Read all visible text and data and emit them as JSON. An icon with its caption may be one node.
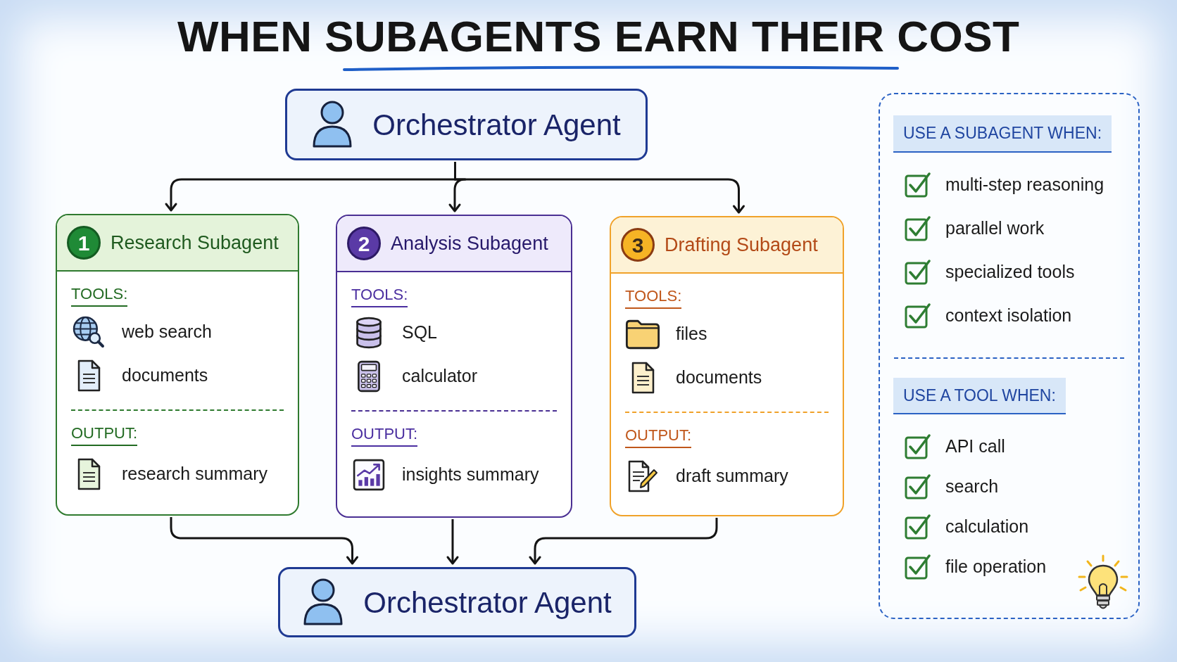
{
  "diagram": {
    "title": "WHEN SUBAGENTS EARN THEIR COST",
    "nodes": [
      {
        "text": [
          "Orchestrator Agent"
        ]
      },
      {
        "text": [
          "Research Subagent",
          "TOOLS:",
          "web search",
          "documents",
          "OUTPUT:",
          "research summary"
        ]
      },
      {
        "text": [
          "1"
        ],
        "in": 1
      },
      {
        "text": [
          "Analysis Subagent",
          "TOOLS:",
          "SQL",
          "calculator",
          "OUTPUT:",
          "insights summary"
        ]
      },
      {
        "text": [
          "2"
        ],
        "in": 3
      },
      {
        "text": [
          "Drafting Subagent",
          "TOOLS:",
          "files",
          "documents",
          "OUTPUT:",
          "draft summary"
        ]
      },
      {
        "text": [
          "3"
        ],
        "in": 5
      },
      {
        "text": [
          "Orchestrator Agent"
        ]
      },
      {
        "text": [
          "USE A SUBAGENT WHEN:",
          "multi-step reasoning",
          "parallel work",
          "specialized tools",
          "context isolation",
          "USE A TOOL WHEN:",
          "API call",
          "search",
          "calculation",
          "file operation"
        ]
      }
    ],
    "edges": [
      {
        "from": 0,
        "to": 1,
        "arrow": "to"
      },
      {
        "from": 0,
        "to": 3,
        "arrow": "to"
      },
      {
        "from": 0,
        "to": 5,
        "arrow": "to"
      },
      {
        "from": 1,
        "to": 7,
        "arrow": "to"
      },
      {
        "from": 3,
        "to": 7,
        "arrow": "to"
      },
      {
        "from": 5,
        "to": 7,
        "arrow": "to"
      }
    ]
  }
}
